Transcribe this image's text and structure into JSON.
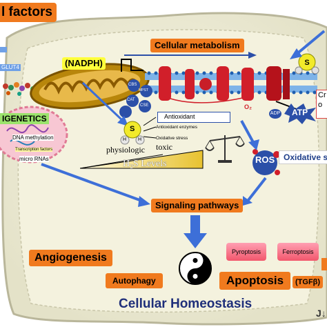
{
  "header": {
    "title_fragment": "l factors"
  },
  "left": {
    "glut4": "GLUT4",
    "epigenetics_title": "IGENETICS",
    "dna_methylation": "DNA methylation",
    "transcription_factors": "Transcription factors",
    "micro_rnas": "micro RNAs"
  },
  "nadph_label": "(NADPH)",
  "cellular_metabolism": "Cellular metabolism",
  "enzymes": [
    "CBS",
    "MPST",
    "CSE",
    "CAT"
  ],
  "h2s_molecule": {
    "center": "S",
    "h_left": "H",
    "h_right": "H"
  },
  "antioxidant_box": {
    "title": "Antioxidant",
    "line1": "Antioxidant enzymes",
    "line2": "Oxidative stress"
  },
  "levels": {
    "physiologic": "physiologic",
    "toxic": "toxic",
    "h2s_levels": "H₂S Levels"
  },
  "atp": "ATP",
  "adp": "ADP",
  "o2_label": "O₂",
  "ros": "ROS",
  "oxidative_stress_fragment": "Oxidative s",
  "right_fragment": {
    "line1": "Cr",
    "line2": "o"
  },
  "signaling_pathways": "Signaling pathways",
  "angiogenesis": "Angiogenesis",
  "autophagy": "Autophagy",
  "apoptosis": "Apoptosis",
  "pyroptosis": "Pyroptosis",
  "ferroptosis": "Ferroptosis",
  "tgfb": "(TGFβ)",
  "cellular_homeostasis": "Cellular Homeostasis",
  "corner_logo": "J↓"
}
